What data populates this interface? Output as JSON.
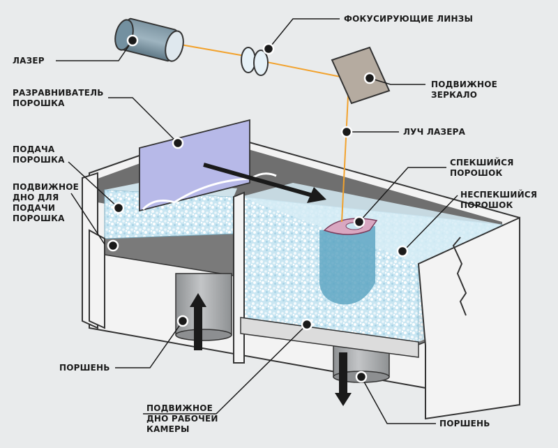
{
  "labels": {
    "laser": "ЛАЗЕР",
    "lenses": "ФОКУСИРУЮЩИЕ ЛИНЗЫ",
    "mirror": "ПОДВИЖНОЕ\nЗЕРКАЛО",
    "leveler": "РАЗРАВНИВАТЕЛЬ\nПОРОШКА",
    "beam": "ЛУЧ ЛАЗЕРА",
    "powder_feed": "ПОДАЧА\nПОРОШКА",
    "feed_floor": "ПОДВИЖНОЕ\nДНО ДЛЯ\nПОДАЧИ\nПОРОШКА",
    "sintered": "СПЕКШИЙСЯ\nПОРОШОК",
    "unsintered": "НЕСПЕКШИЙСЯ\nПОРОШОК",
    "piston_left": "ПОРШЕНЬ",
    "build_floor": "ПОДВИЖНОЕ\nДНО РАБОЧЕЙ\nКАМЕРЫ",
    "piston_right": "ПОРШЕНЬ"
  },
  "colors": {
    "background": "#e9ebec",
    "tank_wall": "#f2f2f2",
    "tank_interior": "#6e6e6e",
    "powder": "#c9e6f2",
    "laser_beam": "#f2a22d",
    "mirror": "#b3a99c",
    "leveler": "#b5b8e6",
    "sintered_part": "#6ab4cf",
    "piston": "#a4a6a8"
  }
}
